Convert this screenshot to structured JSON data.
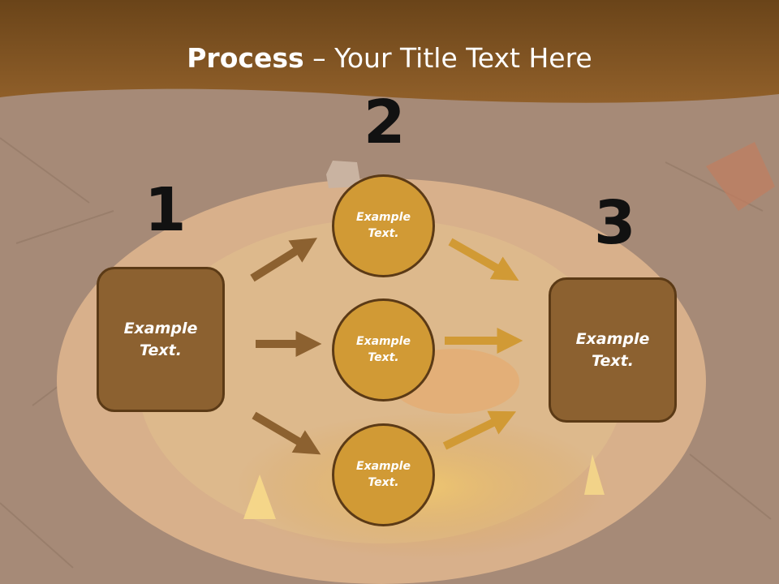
{
  "title": {
    "bold": "Process",
    "rest": " – Your Title Text Here"
  },
  "steps": [
    "1",
    "2",
    "3"
  ],
  "nodes": {
    "left": "Example\nText.",
    "mid_top": "Example\nText.",
    "mid_middle": "Example\nText.",
    "mid_bottom": "Example\nText.",
    "right": "Example\nText."
  },
  "colors": {
    "header_band": "#8a5a26",
    "box_fill": "#8c6130",
    "circle_fill": "#d19a35",
    "border": "#5b3a16",
    "arrow_left": "#8c6130",
    "arrow_right": "#d19a35"
  },
  "icons": {
    "arrow": "arrow-right-icon"
  }
}
